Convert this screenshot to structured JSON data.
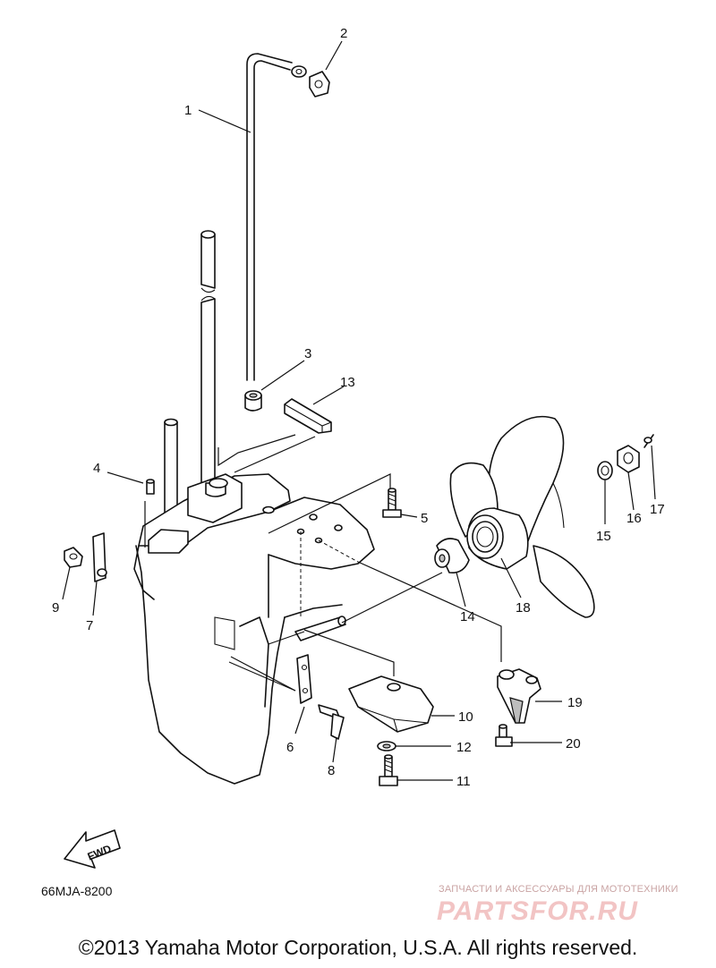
{
  "callouts": [
    {
      "id": "callout-1",
      "text": "1"
    },
    {
      "id": "callout-2",
      "text": "2"
    },
    {
      "id": "callout-3",
      "text": "3"
    },
    {
      "id": "callout-4",
      "text": "4"
    },
    {
      "id": "callout-5",
      "text": "5"
    },
    {
      "id": "callout-6",
      "text": "6"
    },
    {
      "id": "callout-7",
      "text": "7"
    },
    {
      "id": "callout-8",
      "text": "8"
    },
    {
      "id": "callout-9",
      "text": "9"
    },
    {
      "id": "callout-10",
      "text": "10"
    },
    {
      "id": "callout-11",
      "text": "11"
    },
    {
      "id": "callout-12",
      "text": "12"
    },
    {
      "id": "callout-13",
      "text": "13"
    },
    {
      "id": "callout-14",
      "text": "14"
    },
    {
      "id": "callout-15",
      "text": "15"
    },
    {
      "id": "callout-16",
      "text": "16"
    },
    {
      "id": "callout-17",
      "text": "17"
    },
    {
      "id": "callout-18",
      "text": "18"
    },
    {
      "id": "callout-19",
      "text": "19"
    },
    {
      "id": "callout-20",
      "text": "20"
    }
  ],
  "fwd_label": "FWD",
  "diagram_code": "66MJA-8200",
  "watermark": {
    "tagline": "ЗАПЧАСТИ И АКСЕССУАРЫ ДЛЯ МОТОТЕХНИКИ",
    "brand": "PARTSFOR.RU"
  },
  "copyright": "©2013 Yamaha Motor Corporation, U.S.A. All rights reserved."
}
